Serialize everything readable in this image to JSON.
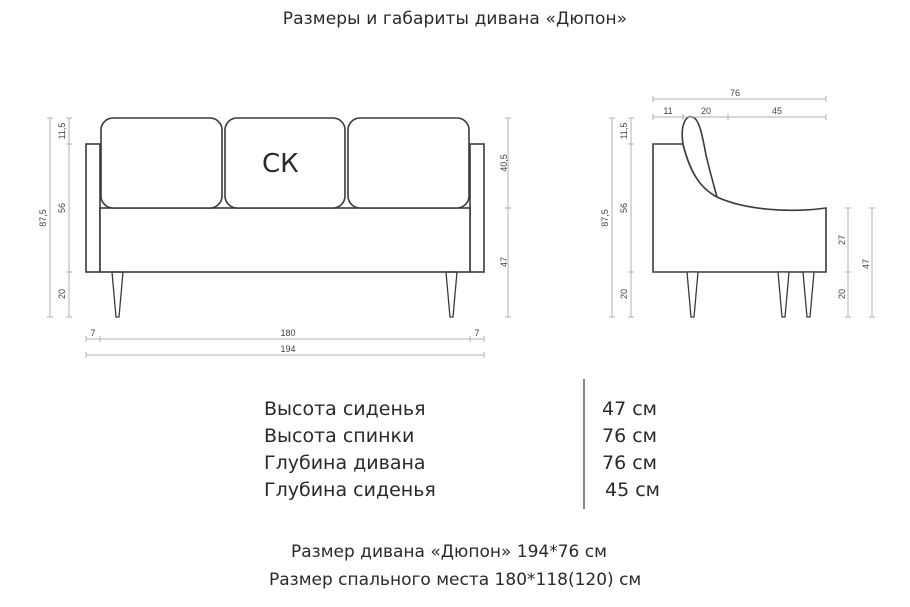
{
  "title": "Размеры и габариты дивана «Дюпон»",
  "front_view": {
    "label": "СК",
    "dimensions": {
      "total_height": "87,5",
      "cushion_top": "11,5",
      "body_height": "56",
      "leg_height": "20",
      "back_height": "40,5",
      "seat_height": "47",
      "arm_left": "7",
      "seat_width": "180",
      "arm_right": "7",
      "total_width": "194"
    }
  },
  "side_view": {
    "dimensions": {
      "total_depth": "76",
      "arm_depth": "11",
      "back_depth": "20",
      "seat_depth": "45",
      "cushion_top": "11,5",
      "body_height": "56",
      "total_height": "87,5",
      "leg_height_left": "20",
      "seat_cushion": "27",
      "leg_height_right": "20",
      "seat_height": "47"
    }
  },
  "specs": [
    {
      "label": "Высота сиденья",
      "value": "47 см"
    },
    {
      "label": "Высота спинки",
      "value": "76 см"
    },
    {
      "label": "Глубина дивана",
      "value": "76 см"
    },
    {
      "label": "Глубина сиденья",
      "value": "45 см"
    }
  ],
  "footer": {
    "sofa_size": "Размер дивана «Дюпон» 194*76 см",
    "sleeping_size": "Размер спального места 180*118(120) см"
  },
  "colors": {
    "outline": "#3a3a3a",
    "dimension_line": "#b0b0b0",
    "text": "#2a2a2a"
  }
}
